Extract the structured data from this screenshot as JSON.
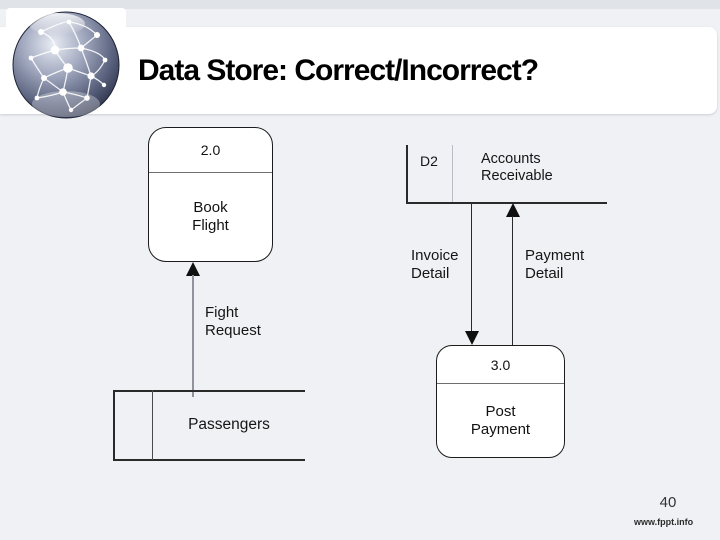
{
  "slide": {
    "title": "Data Store: Correct/Incorrect?",
    "page_number": "40",
    "watermark": "www.fppt.info"
  },
  "colors": {
    "background": "#eff1f4",
    "title_band": "#ffffff",
    "diagram_line_dark": "#2a2a2a",
    "flight_request_line_gray": "#8f939b",
    "datastore_divider_light": "#b9bcc4"
  },
  "icons": {
    "logo": "globe-network-logo"
  },
  "diagram": {
    "process_book_flight": {
      "number": "2.0",
      "label_line1": "Book",
      "label_line2": "Flight"
    },
    "process_post_payment": {
      "number": "3.0",
      "label_line1": "Post",
      "label_line2": "Payment"
    },
    "datastore_accounts": {
      "id": "D2",
      "name_line1": "Accounts",
      "name_line2": "Receivable"
    },
    "entity_passengers": {
      "label": "Passengers"
    },
    "flow_flight_request": {
      "label_line1": "Fight",
      "label_line2": "Request"
    },
    "flow_invoice_detail": {
      "label_line1": "Invoice",
      "label_line2": "Detail"
    },
    "flow_payment_detail": {
      "label_line1": "Payment",
      "label_line2": "Detail"
    }
  }
}
